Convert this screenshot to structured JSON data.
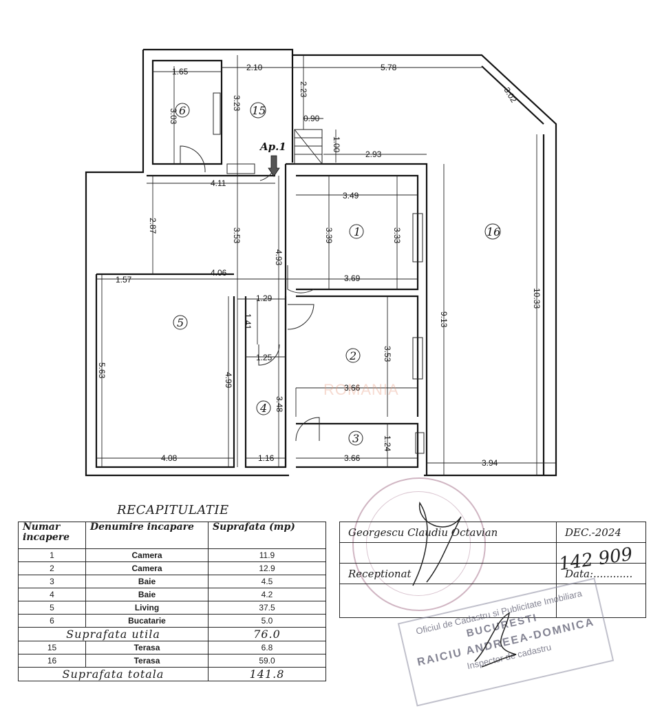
{
  "plan": {
    "apartment_label": "Ap.1",
    "rooms": [
      "1",
      "2",
      "3",
      "4",
      "5",
      "6",
      "15",
      "16"
    ],
    "dims": {
      "d165": "1.65",
      "d210": "2.10",
      "d578": "5.78",
      "d302": "3.02",
      "d303": "3.03",
      "d323": "3.23",
      "d223": "2.23",
      "d090": "0.90",
      "d100": "1.00",
      "d293": "2.93",
      "d411": "4.11",
      "d349": "3.49",
      "d287": "2.87",
      "d353a": "3.53",
      "d339": "3.39",
      "d333": "3.33",
      "d493": "4.93",
      "d406": "4.06",
      "d157": "1.57",
      "d369": "3.69",
      "d129": "1.29",
      "d141": "1.41",
      "d913": "9.13",
      "d1033": "10.33",
      "d125": "1.25",
      "d353b": "3.53",
      "d563": "5.63",
      "d499": "4.99",
      "d366a": "3.66",
      "d348": "3.48",
      "d124": "1.24",
      "d408": "4.08",
      "d116": "1.16",
      "d366b": "3.66",
      "d394": "3.94"
    },
    "watermark": "ROMANIA"
  },
  "recap": {
    "title": "RECAPITULATIE",
    "headers": {
      "num": "Numar incapere",
      "name": "Denumire incapare",
      "area": "Suprafata (mp)"
    },
    "rows": [
      {
        "num": "1",
        "name": "Camera",
        "area": "11.9"
      },
      {
        "num": "2",
        "name": "Camera",
        "area": "12.9"
      },
      {
        "num": "3",
        "name": "Baie",
        "area": "4.5"
      },
      {
        "num": "4",
        "name": "Baie",
        "area": "4.2"
      },
      {
        "num": "5",
        "name": "Living",
        "area": "37.5"
      },
      {
        "num": "6",
        "name": "Bucatarie",
        "area": "5.0"
      }
    ],
    "useful_label": "Suprafata utila",
    "useful_value": "76.0",
    "terrace_rows": [
      {
        "num": "15",
        "name": "Terasa",
        "area": "6.8"
      },
      {
        "num": "16",
        "name": "Terasa",
        "area": "59.0"
      }
    ],
    "total_label": "Suprafata totala",
    "total_value": "141.8"
  },
  "sign": {
    "author": "Georgescu Claudiu Octavian",
    "date": "DEC.-2024",
    "received": "Receptionat",
    "date_label": "Data:............",
    "handwritten": "142 909"
  },
  "stamp": {
    "line1": "Oficiul de Cadastru si Publicitate Imobiliara",
    "line2": "BUCURESTI",
    "line3": "RAICIU ANDREEA-DOMNICA",
    "line4": "Inspector de cadastru"
  }
}
